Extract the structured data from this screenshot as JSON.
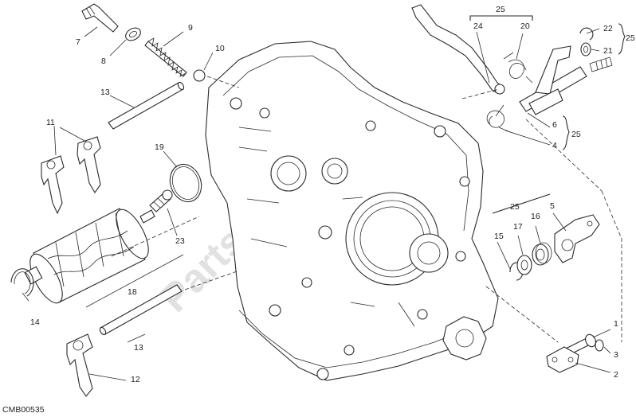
{
  "drawing": {
    "code": "CMB00535",
    "watermark": "PartsRepublik",
    "labels": [
      {
        "id": "l7",
        "text": "7"
      },
      {
        "id": "l8",
        "text": "8"
      },
      {
        "id": "l9",
        "text": "9"
      },
      {
        "id": "l10",
        "text": "10"
      },
      {
        "id": "l13a",
        "text": "13"
      },
      {
        "id": "l11",
        "text": "11"
      },
      {
        "id": "l19",
        "text": "19"
      },
      {
        "id": "l23",
        "text": "23"
      },
      {
        "id": "l18",
        "text": "18"
      },
      {
        "id": "l14",
        "text": "14"
      },
      {
        "id": "l13b",
        "text": "13"
      },
      {
        "id": "l12",
        "text": "12"
      },
      {
        "id": "l25a",
        "text": "25"
      },
      {
        "id": "l24",
        "text": "24"
      },
      {
        "id": "l20",
        "text": "20"
      },
      {
        "id": "l22",
        "text": "22"
      },
      {
        "id": "l21",
        "text": "21"
      },
      {
        "id": "l25b",
        "text": "25"
      },
      {
        "id": "l6",
        "text": "6"
      },
      {
        "id": "l4",
        "text": "4"
      },
      {
        "id": "l25c",
        "text": "25"
      },
      {
        "id": "l25d",
        "text": "25"
      },
      {
        "id": "l15",
        "text": "15"
      },
      {
        "id": "l17",
        "text": "17"
      },
      {
        "id": "l16",
        "text": "16"
      },
      {
        "id": "l5",
        "text": "5"
      },
      {
        "id": "l1",
        "text": "1"
      },
      {
        "id": "l3",
        "text": "3"
      },
      {
        "id": "l2",
        "text": "2"
      }
    ]
  }
}
